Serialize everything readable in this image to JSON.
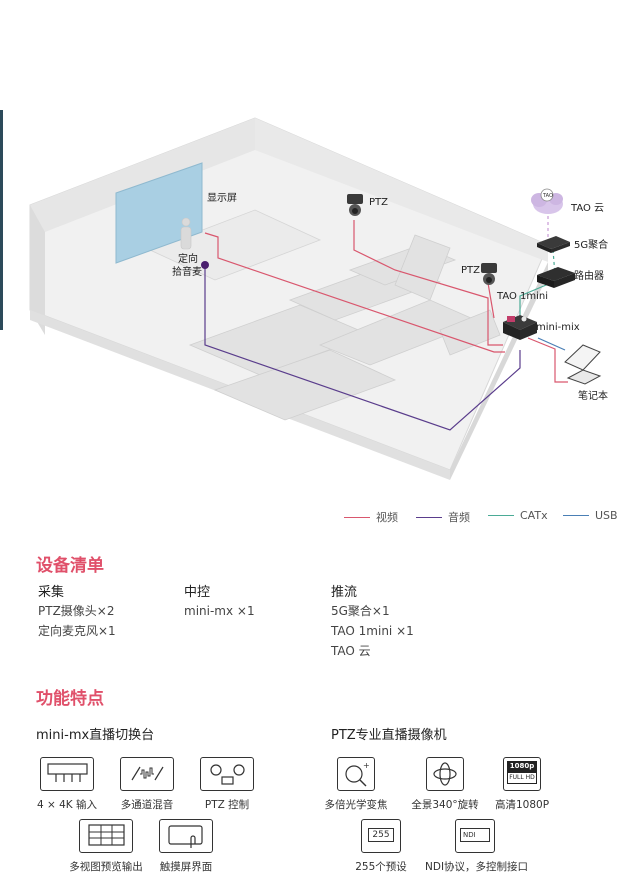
{
  "diagram": {
    "labels": {
      "display": "显示屏",
      "ptz1": "PTZ",
      "ptz2": "PTZ",
      "mic": "定向\n拾音麦",
      "tao_cloud": "TAO 云",
      "tao_badge": "TAO",
      "g5": "5G聚合",
      "router": "路由器",
      "tao1mini": "TAO 1mini",
      "minimix": "mini-mix",
      "laptop": "笔记本"
    },
    "colors": {
      "video": "#d9576e",
      "audio": "#5a3d8c",
      "catx": "#4bab96",
      "usb": "#4a7fb5",
      "screen": "#a9cfe3"
    }
  },
  "legend": [
    {
      "label": "视频",
      "color": "#d9576e"
    },
    {
      "label": "音频",
      "color": "#5a3d8c"
    },
    {
      "label": "CATx",
      "color": "#4bab96"
    },
    {
      "label": "USB",
      "color": "#4a7fb5"
    }
  ],
  "equipment": {
    "title": "设备清单",
    "columns": [
      {
        "heading": "采集",
        "items": [
          "PTZ摄像头×2",
          "定向麦克风×1"
        ]
      },
      {
        "heading": "中控",
        "items": [
          "mini-mx ×1"
        ]
      },
      {
        "heading": "推流",
        "items": [
          "5G聚合×1",
          "TAO 1mini ×1",
          "TAO 云"
        ]
      }
    ]
  },
  "features": {
    "title": "功能特点",
    "left_heading": "mini-mx直播切换台",
    "right_heading": "PTZ专业直播摄像机",
    "left_items": [
      {
        "icon": "input-ports-icon",
        "label": "4 × 4K 输入"
      },
      {
        "icon": "audio-mix-icon",
        "label": "多通道混音"
      },
      {
        "icon": "ptz-control-icon",
        "label": "PTZ 控制"
      },
      {
        "icon": "multiview-icon",
        "label": "多视图预览输出"
      },
      {
        "icon": "touch-screen-icon",
        "label": "触摸屏界面"
      }
    ],
    "right_items": [
      {
        "icon": "optical-zoom-icon",
        "label": "多倍光学变焦"
      },
      {
        "icon": "pan-rotate-icon",
        "label": "全景340°旋转"
      },
      {
        "icon": "hd-1080p-icon",
        "label": "高清1080P",
        "badge_top": "1080p",
        "badge_bottom": "FULL HD"
      },
      {
        "icon": "presets-icon",
        "label": "255个预设",
        "badge": "255"
      },
      {
        "icon": "ndi-icon",
        "label": "NDI协议，多控制接口",
        "badge": "NDI"
      }
    ]
  }
}
